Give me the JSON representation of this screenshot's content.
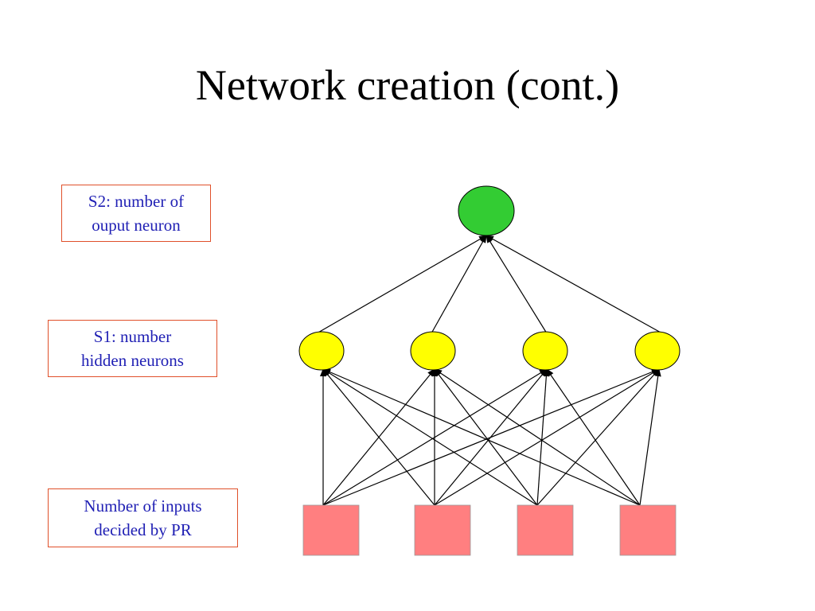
{
  "title": "Network creation (cont.)",
  "labels": {
    "output": {
      "line1": "S2: number of",
      "line2": "ouput neuron"
    },
    "hidden": {
      "line1": "S1: number",
      "line2": "hidden neurons"
    },
    "input": {
      "line1": "Number of inputs",
      "line2": "decided by PR"
    }
  },
  "layers": {
    "output_count": 1,
    "hidden_count": 4,
    "input_count": 4
  },
  "colors": {
    "output_node": "#33cc33",
    "hidden_node": "#ffff00",
    "input_node": "#ff7f80",
    "label_border": "#e0502a",
    "label_text": "#1f1fb4"
  }
}
